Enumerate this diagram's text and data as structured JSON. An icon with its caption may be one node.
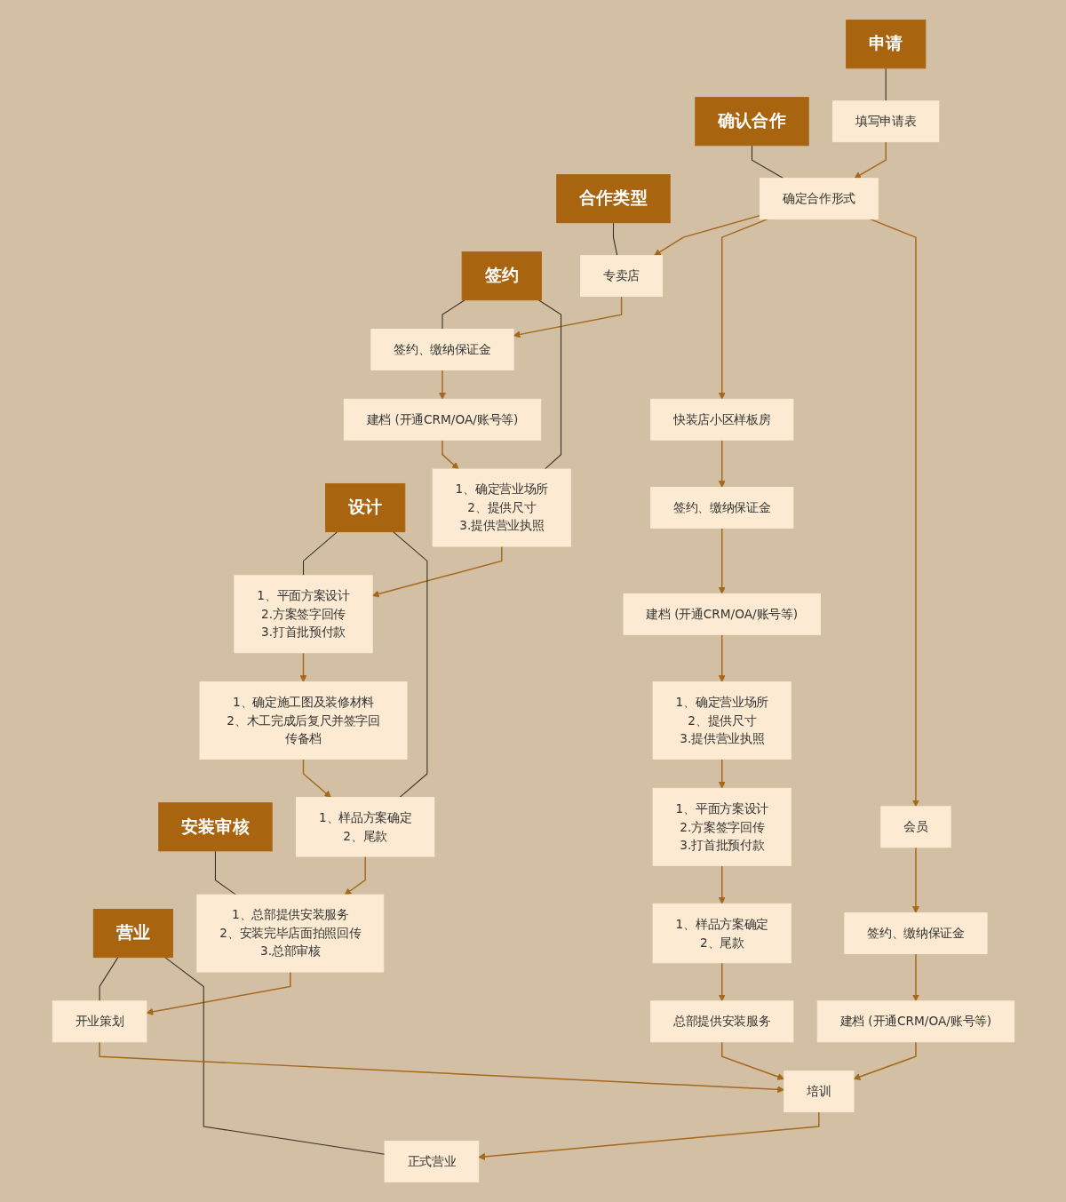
{
  "diagram": {
    "nodes": [
      {
        "text": [
          "申请"
        ]
      },
      {
        "text": [
          "填写申请表"
        ]
      },
      {
        "text": [
          "确认合作"
        ]
      },
      {
        "text": [
          "确定合作形式"
        ]
      },
      {
        "text": [
          "合作类型"
        ]
      },
      {
        "text": [
          "专卖店"
        ]
      },
      {
        "text": [
          "快装店小区样板房"
        ]
      },
      {
        "text": [
          "会员"
        ]
      },
      {
        "text": [
          "签约、缴纳保证金"
        ]
      },
      {
        "text": [
          "签约、缴纳保证金"
        ]
      },
      {
        "text": [
          "签约、缴纳保证金"
        ]
      },
      {
        "text": [
          "签约"
        ]
      },
      {
        "text": [
          "建档 (开通CRM/OA/账号等)"
        ]
      },
      {
        "text": [
          "建档 (开通CRM/OA/账号等)"
        ]
      },
      {
        "text": [
          "建档 (开通CRM/OA/账号等)"
        ]
      },
      {
        "text": [
          "1、确定营业场所",
          "2、提供尺寸",
          "3.提供营业执照"
        ]
      },
      {
        "text": [
          "1、确定营业场所",
          "2、提供尺寸",
          "3.提供营业执照"
        ]
      },
      {
        "text": [
          "1、平面方案设计",
          "2.方案签字回传",
          "3.打首批预付款"
        ]
      },
      {
        "text": [
          "1、平面方案设计",
          "2.方案签字回传",
          "3.打首批预付款"
        ]
      },
      {
        "text": [
          "设计"
        ]
      },
      {
        "text": [
          "1、确定施工图及装修材料",
          "2、木工完成后复尺并签字回传备档"
        ]
      },
      {
        "text": [
          "1、样品方案确定",
          "2、尾款"
        ]
      },
      {
        "text": [
          "1、样品方案确定",
          "2、尾款"
        ]
      },
      {
        "text": [
          "安装审核"
        ]
      },
      {
        "text": [
          "1、总部提供安装服务",
          "2、安装完毕店面拍照回传",
          "3.总部审核"
        ]
      },
      {
        "text": [
          "总部提供安装服务"
        ]
      },
      {
        "text": [
          "开业策划"
        ]
      },
      {
        "text": [
          "营业"
        ]
      },
      {
        "text": [
          "培训"
        ]
      },
      {
        "text": [
          "正式营业"
        ]
      }
    ],
    "edges": [
      {
        "from": 0,
        "to": 1,
        "arrow": "none",
        "color": "#3b2f24"
      },
      {
        "from": 1,
        "to": 3,
        "arrow": "to"
      },
      {
        "from": 2,
        "to": 3,
        "arrow": "none",
        "color": "#3b2f24"
      },
      {
        "from": 3,
        "to": 5,
        "arrow": "to"
      },
      {
        "from": 3,
        "to": 6,
        "arrow": "to"
      },
      {
        "from": 3,
        "to": 7,
        "arrow": "to"
      },
      {
        "from": 4,
        "to": 5,
        "arrow": "none",
        "color": "#3b2f24"
      },
      {
        "from": 5,
        "to": 8,
        "arrow": "to"
      },
      {
        "from": 6,
        "to": 9,
        "arrow": "to"
      },
      {
        "from": 7,
        "to": 10,
        "arrow": "to"
      },
      {
        "from": 11,
        "to": 8,
        "arrow": "none",
        "color": "#3b2f24"
      },
      {
        "from": 11,
        "to": 15,
        "arrow": "none",
        "color": "#3b2f24"
      },
      {
        "from": 8,
        "to": 12,
        "arrow": "to"
      },
      {
        "from": 9,
        "to": 13,
        "arrow": "to"
      },
      {
        "from": 10,
        "to": 14,
        "arrow": "to"
      },
      {
        "from": 12,
        "to": 15,
        "arrow": "to"
      },
      {
        "from": 13,
        "to": 16,
        "arrow": "to"
      },
      {
        "from": 14,
        "to": 28,
        "arrow": "to"
      },
      {
        "from": 15,
        "to": 17,
        "arrow": "to"
      },
      {
        "from": 16,
        "to": 18,
        "arrow": "to"
      },
      {
        "from": 19,
        "to": 17,
        "arrow": "none",
        "color": "#3b2f24"
      },
      {
        "from": 19,
        "to": 21,
        "arrow": "none",
        "color": "#3b2f24"
      },
      {
        "from": 17,
        "to": 20,
        "arrow": "to"
      },
      {
        "from": 18,
        "to": 22,
        "arrow": "to"
      },
      {
        "from": 20,
        "to": 21,
        "arrow": "to"
      },
      {
        "from": 21,
        "to": 24,
        "arrow": "to"
      },
      {
        "from": 22,
        "to": 25,
        "arrow": "to"
      },
      {
        "from": 23,
        "to": 24,
        "arrow": "none",
        "color": "#3b2f24"
      },
      {
        "from": 24,
        "to": 26,
        "arrow": "to"
      },
      {
        "from": 25,
        "to": 28,
        "arrow": "to"
      },
      {
        "from": 27,
        "to": 26,
        "arrow": "none",
        "color": "#3b2f24"
      },
      {
        "from": 27,
        "to": 29,
        "arrow": "none",
        "color": "#3b2f24"
      },
      {
        "from": 26,
        "to": 28,
        "arrow": "to"
      },
      {
        "from": 28,
        "to": 29,
        "arrow": "to"
      }
    ]
  }
}
